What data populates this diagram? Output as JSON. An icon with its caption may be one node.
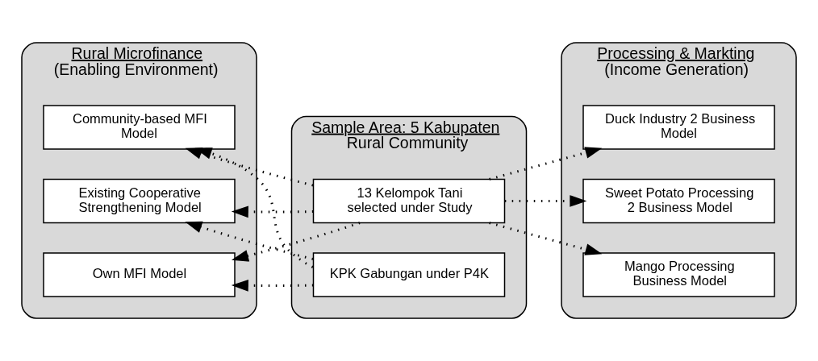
{
  "diagram": {
    "nodes": [
      {
        "text": [
          "Rural Microfinance",
          "(Enabling Environment)"
        ]
      },
      {
        "text": [
          "Existing Cooperative Strengthening Model"
        ],
        "in": 0
      },
      {
        "text": [
          "Own MFI Model"
        ],
        "in": 0
      },
      {
        "text": [
          "Community-based MFI Model"
        ],
        "in": 0
      },
      {
        "text": [
          "Sample Area: 5 Kabupaten",
          "Rural Community"
        ]
      },
      {
        "text": [
          "13 Kelompok Tani selected under Study"
        ],
        "in": 4
      },
      {
        "text": [
          "KPK Gabungan under P4K"
        ],
        "in": 4
      },
      {
        "text": [
          "Processing & Markting",
          "(Income Generation)"
        ]
      },
      {
        "text": [
          "Duck Industry 2 Business Model"
        ],
        "in": 7
      },
      {
        "text": [
          "Sweet Potato Processing 2 Business Model"
        ],
        "in": 7
      },
      {
        "text": [
          "Mango Processing Business Model"
        ],
        "in": 7
      }
    ],
    "edges": [
      {
        "from": 5,
        "to": 1,
        "arrow": "to",
        "style": "dashed"
      },
      {
        "from": 5,
        "to": 2,
        "arrow": "to",
        "style": "dashed"
      },
      {
        "from": 5,
        "to": 3,
        "arrow": "to",
        "style": "dashed"
      },
      {
        "from": 6,
        "to": 1,
        "arrow": "to",
        "style": "dashed"
      },
      {
        "from": 6,
        "to": 2,
        "arrow": "to",
        "style": "dashed"
      },
      {
        "from": 6,
        "to": 3,
        "arrow": "to",
        "style": "dashed"
      },
      {
        "from": 5,
        "to": 8,
        "arrow": "to",
        "style": "dashed"
      },
      {
        "from": 5,
        "to": 9,
        "arrow": "to",
        "style": "dashed"
      },
      {
        "from": 5,
        "to": 10,
        "arrow": "to",
        "style": "dashed"
      }
    ]
  }
}
